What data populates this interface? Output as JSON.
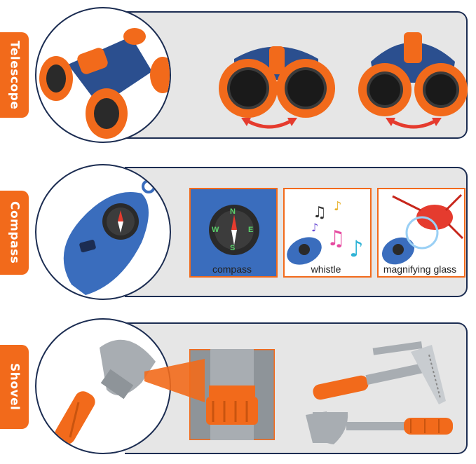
{
  "colors": {
    "accent": "#f26a1b",
    "outline": "#1c2d52",
    "panel": "#e6e6e6",
    "blue": "#2b4f8f",
    "arrow": "#e53b2e"
  },
  "sections": {
    "telescope": {
      "tab_label": "Telescope"
    },
    "compass": {
      "tab_label": "Compass",
      "captions": [
        "compass",
        "whistle",
        "magnifying glass"
      ],
      "compass_letters": {
        "n": "N",
        "e": "E",
        "s": "S",
        "w": "W"
      }
    },
    "shovel": {
      "tab_label": "Shovel"
    }
  }
}
